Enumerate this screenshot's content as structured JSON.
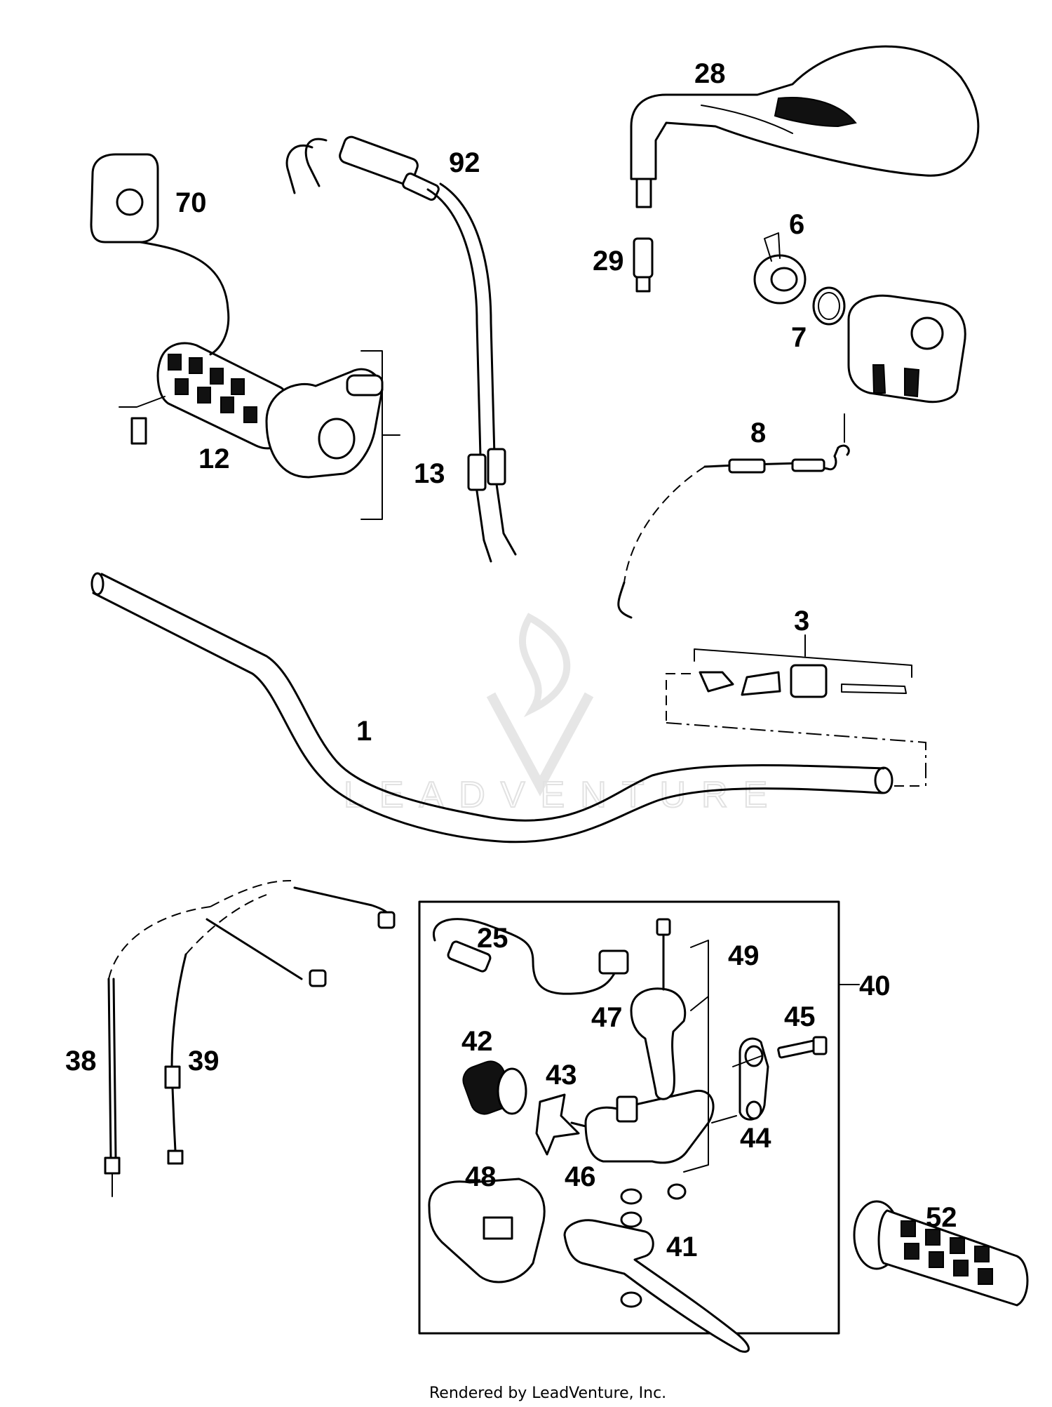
{
  "watermark": "LEADVENTURE",
  "footer": "Rendered by LeadVenture, Inc.",
  "callouts": {
    "c1": "1",
    "c3": "3",
    "c6": "6",
    "c7": "7",
    "c8": "8",
    "c12": "12",
    "c13": "13",
    "c25": "25",
    "c28": "28",
    "c29": "29",
    "c38": "38",
    "c39": "39",
    "c40": "40",
    "c41": "41",
    "c42": "42",
    "c43": "43",
    "c44": "44",
    "c45": "45",
    "c46": "46",
    "c47": "47",
    "c48": "48",
    "c49": "49",
    "c52": "52",
    "c70": "70",
    "c92": "92"
  }
}
